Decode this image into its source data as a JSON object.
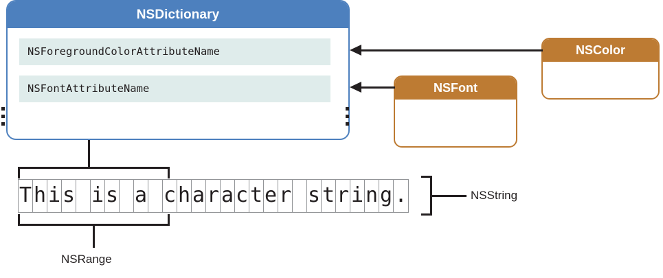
{
  "diagram": {
    "title": "NSAttributedString structure diagram",
    "colors": {
      "dictionary_header": "#4d80be",
      "dictionary_border": "#4d80be",
      "row_background": "#dfeceb",
      "object_header": "#bd7b33",
      "object_border": "#bd7b33",
      "line": "#231f20",
      "cell_border": "#939598",
      "page_background": "#ffffff"
    }
  },
  "dictionary": {
    "title": "NSDictionary",
    "rows": [
      {
        "label": "NSForegroundColorAttributeName"
      },
      {
        "label": "NSFontAttributeName"
      }
    ],
    "ellipsis_left": "⋮",
    "ellipsis_right": "⋮"
  },
  "objects": [
    {
      "name": "nscolor",
      "title": "NSColor",
      "targets_row": 0
    },
    {
      "name": "nsfont",
      "title": "NSFont",
      "targets_row": 1
    }
  ],
  "string": {
    "text": "This is a character string.",
    "characters": [
      "T",
      "h",
      "i",
      "s",
      " ",
      "i",
      "s",
      " ",
      "a",
      " ",
      "c",
      "h",
      "a",
      "r",
      "a",
      "c",
      "t",
      "e",
      "r",
      " ",
      "s",
      "t",
      "r",
      "i",
      "n",
      "g",
      "."
    ],
    "char_count": 27,
    "label": "NSString"
  },
  "range": {
    "label": "NSRange",
    "covers_text": "This is a ",
    "location": 0,
    "length": 10
  }
}
